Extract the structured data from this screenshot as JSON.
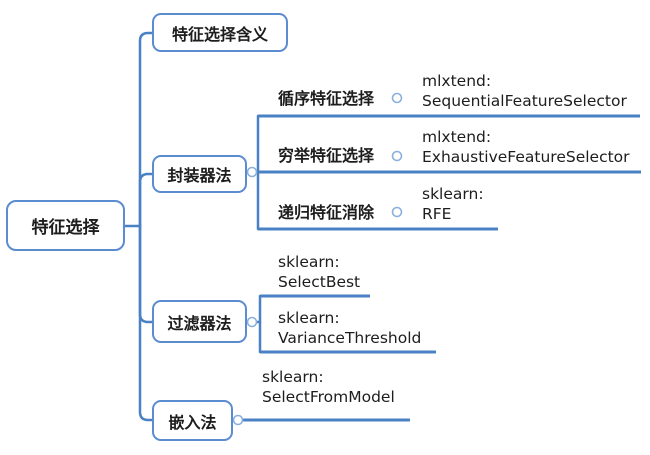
{
  "map": {
    "root": {
      "label": "特征选择"
    },
    "branches": [
      {
        "label": "特征选择含义"
      },
      {
        "label": "封装器法",
        "children": [
          {
            "topic": "循序特征选择",
            "lib": "mlxtend:",
            "cls": "SequentialFeatureSelector"
          },
          {
            "topic": "穷举特征选择",
            "lib": "mlxtend:",
            "cls": "ExhaustiveFeatureSelector"
          },
          {
            "topic": "递归特征消除",
            "lib": "sklearn:",
            "cls": "RFE"
          }
        ]
      },
      {
        "label": "过滤器法",
        "children": [
          {
            "lib": "sklearn:",
            "cls": "SelectBest"
          },
          {
            "lib": "sklearn:",
            "cls": "VarianceThreshold"
          }
        ]
      },
      {
        "label": "嵌入法",
        "children": [
          {
            "lib": "sklearn:",
            "cls": "SelectFromModel"
          }
        ]
      }
    ]
  },
  "colors": {
    "line": "#4a80c4",
    "border": "#5b8bd0",
    "dot": "#8ab0dd",
    "text": "#1d1d1d"
  }
}
